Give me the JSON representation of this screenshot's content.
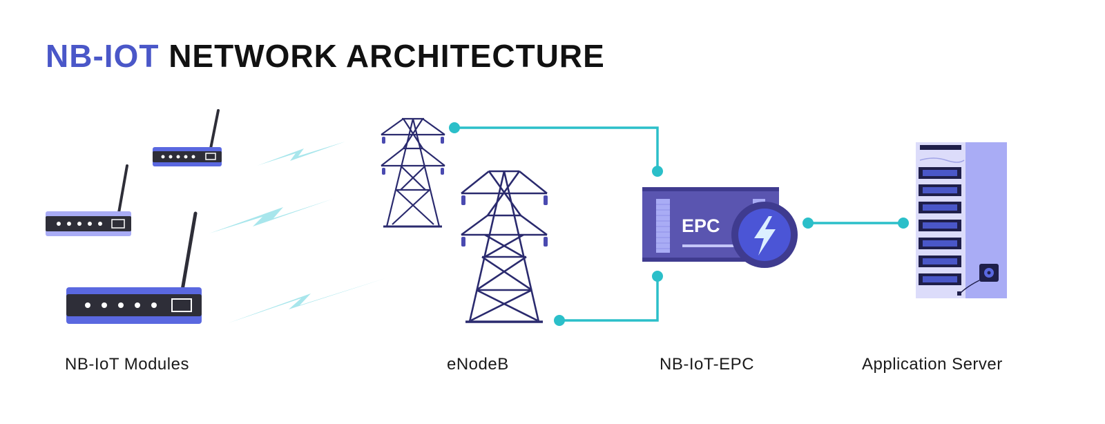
{
  "title": {
    "accent": "NB-IOT",
    "rest": "NETWORK ARCHITECTURE"
  },
  "epc_box": {
    "text": "EPC"
  },
  "labels": {
    "modules": "NB-IoT Modules",
    "enodeb": "eNodeB",
    "epc": "NB-IoT-EPC",
    "server": "Application Server"
  },
  "colors": {
    "title_accent": "#4a57c8",
    "module_accent": "#5a68e0",
    "module_body": "#2e2e38",
    "tower": "#2a2a6e",
    "connector": "#2bbfc9",
    "signal": "#a8e6ec",
    "epc_body": "#5a55b0",
    "server_panel": "#a9acf5"
  },
  "icons": {
    "signal": "lightning-signal-icon",
    "epc_badge": "lightning-bolt-icon"
  }
}
